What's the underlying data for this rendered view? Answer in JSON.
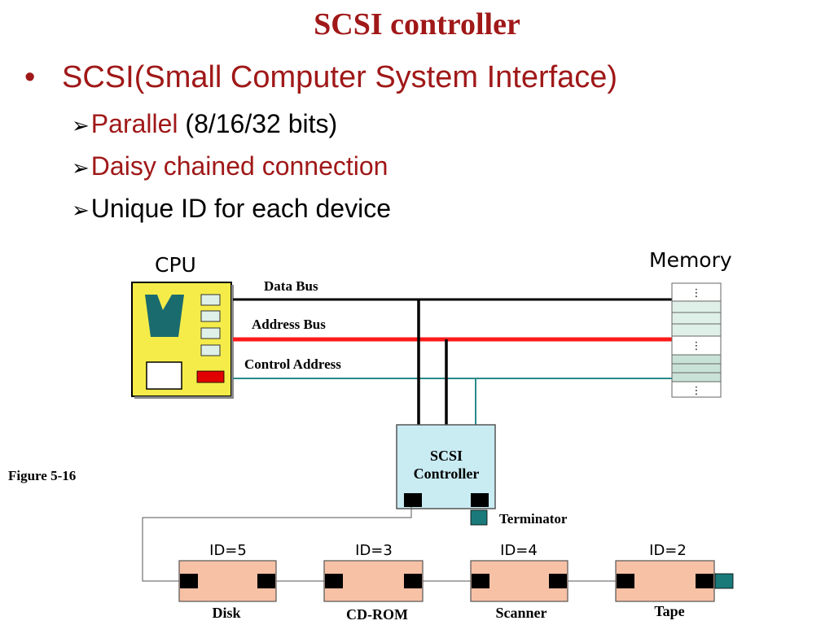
{
  "slide": {
    "title": "SCSI controller",
    "bullet": "SCSI(Small Computer System Interface)",
    "sub_bullets": [
      {
        "highlight": "Parallel",
        "rest": " (8/16/32 bits)"
      },
      {
        "highlight": "Daisy chained connection",
        "rest": ""
      },
      {
        "highlight": "",
        "rest": "Unique ID for each device"
      }
    ]
  },
  "diagram": {
    "cpu_label": "CPU",
    "memory_label": "Memory",
    "buses": {
      "data": "Data Bus",
      "address": "Address Bus",
      "control": "Control Address"
    },
    "controller_line1": "SCSI",
    "controller_line2": "Controller",
    "terminator_label": "Terminator",
    "figure_label": "Figure 5-16",
    "memory_dots": [
      "⋮",
      "⋮",
      "⋮"
    ],
    "devices": [
      {
        "id": "ID=5",
        "name": "Disk"
      },
      {
        "id": "ID=3",
        "name": "CD-ROM"
      },
      {
        "id": "ID=4",
        "name": "Scanner"
      },
      {
        "id": "ID=2",
        "name": "Tape"
      }
    ],
    "colors": {
      "title_red": "#a01818",
      "cpu_fill": "#f5ec4a",
      "cpu_chip": "#1a6b6e",
      "address_bus": "#ff1a1a",
      "control_bus": "#2a8a8a",
      "controller_fill": "#c9ecf3",
      "device_fill": "#f7c1a6",
      "memory_cell": "#dff0e8"
    }
  }
}
